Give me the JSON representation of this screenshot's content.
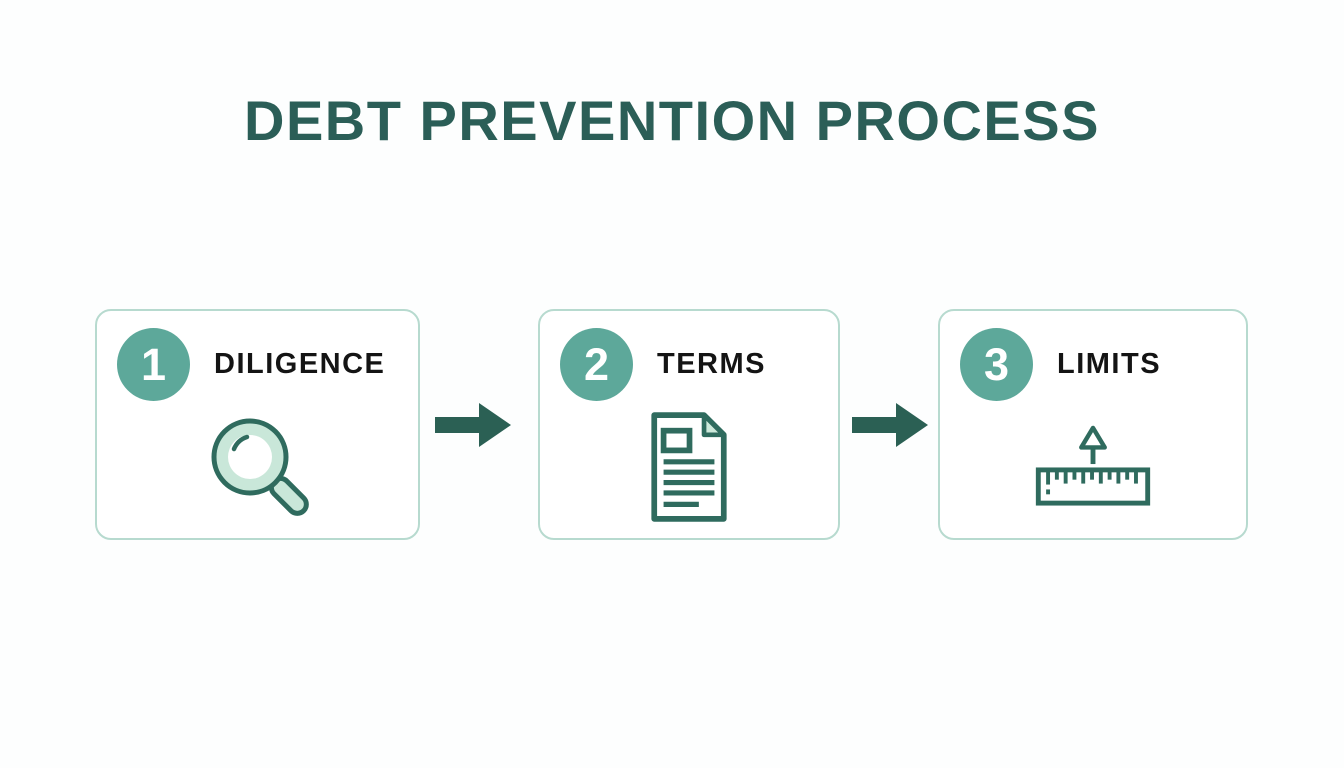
{
  "title": "DEBT PREVENTION PROCESS",
  "steps": [
    {
      "number": "1",
      "label": "DILIGENCE",
      "icon": "magnifier-search-icon"
    },
    {
      "number": "2",
      "label": "TERMS",
      "icon": "document-icon"
    },
    {
      "number": "3",
      "label": "LIMITS",
      "icon": "ruler-icon"
    }
  ],
  "connectors": [
    {
      "icon": "arrow-right-icon"
    },
    {
      "icon": "arrow-right-icon"
    }
  ],
  "colors": {
    "title_text": "#2b5e57",
    "step_circle": "#5da89a",
    "step_number": "#ffffff",
    "card_border": "#b7dacf",
    "card_background": "#ffffff",
    "arrow": "#2b6054",
    "icon_stroke": "#2f6b5e",
    "icon_fill_light": "#c9e7d9",
    "label_text": "#141414",
    "background": "#fdfefe"
  }
}
